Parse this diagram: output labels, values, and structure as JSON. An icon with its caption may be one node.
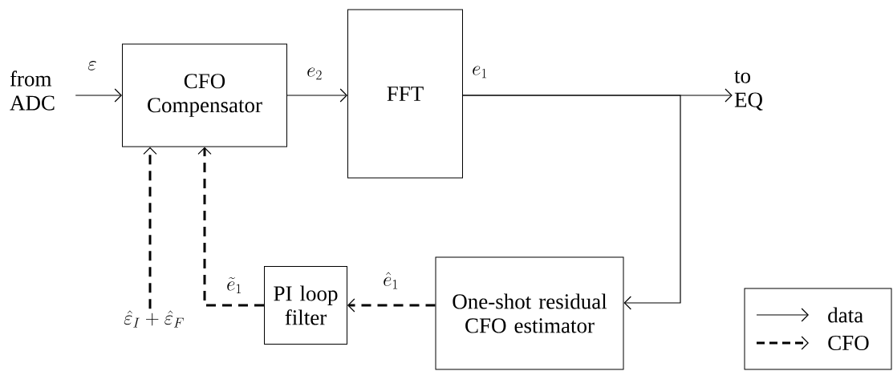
{
  "diagram": {
    "nodes": [
      {
        "text": [
          "from ADC"
        ]
      },
      {
        "text": [
          "CFO Compensator"
        ]
      },
      {
        "text": [
          "FFT"
        ]
      },
      {
        "text": [
          "to EQ"
        ]
      },
      {
        "text": [
          "One-shot residual CFO estimator"
        ]
      },
      {
        "text": [
          "PI loop filter"
        ]
      },
      {
        "text": [
          "\\hat{\\varepsilon}_I + \\hat{\\varepsilon}_F"
        ]
      }
    ],
    "edges": [
      {
        "from": 0,
        "to": 1,
        "arrow": "to",
        "label": "\\varepsilon"
      },
      {
        "from": 1,
        "to": 2,
        "arrow": "to",
        "label": "e_2"
      },
      {
        "from": 2,
        "to": 3,
        "arrow": "to",
        "label": "e_1"
      },
      {
        "from": 2,
        "to": 4,
        "arrow": "to"
      },
      {
        "from": 4,
        "to": 5,
        "arrow": "to",
        "label": "\\hat{e}_1",
        "style": "dashed"
      },
      {
        "from": 5,
        "to": 1,
        "arrow": "to",
        "label": "\\tilde{e}_1",
        "style": "dashed"
      },
      {
        "from": 6,
        "to": 1,
        "arrow": "to",
        "style": "dashed"
      }
    ],
    "legend": [
      {
        "text": "data"
      },
      {
        "text": "CFO"
      }
    ]
  }
}
